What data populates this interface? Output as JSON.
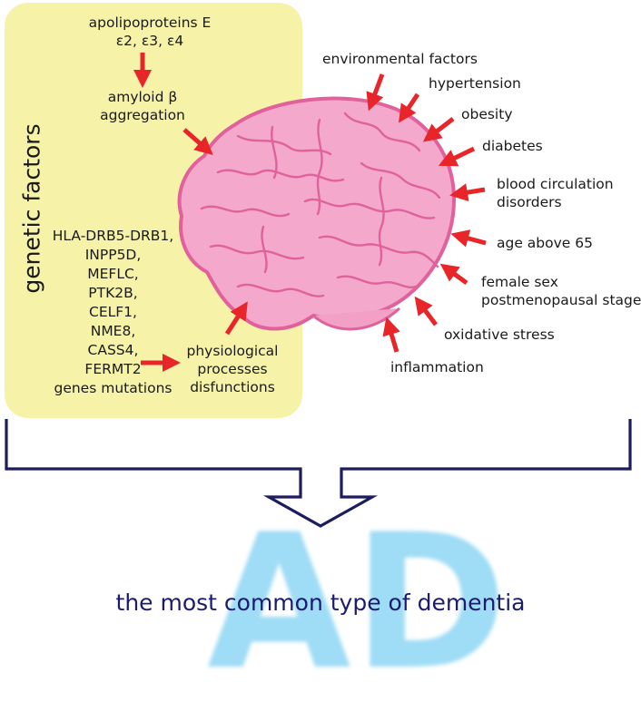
{
  "panel_label": "genetic factors",
  "genetic": {
    "apoe_line1": "apolipoproteins E",
    "apoe_line2": "ε2, ε3, ε4",
    "amyloid_line1": "amyloid β",
    "amyloid_line2": "aggregation",
    "genes": [
      "HLA-DRB5-DRB1,",
      "INPP5D,",
      "MEFLC,",
      "PTK2B,",
      "CELF1,",
      "NME8,",
      "CASS4,",
      "FERMT2",
      "genes mutations"
    ],
    "physio_line1": "physiological",
    "physio_line2": "processes",
    "physio_line3": "disfunctions"
  },
  "risk_factors": {
    "environmental": "environmental factors",
    "hypertension": "hypertension",
    "obesity": "obesity",
    "diabetes": "diabetes",
    "blood_line1": "blood circulation",
    "blood_line2": "disorders",
    "age": "age above 65",
    "female_line1": "female sex",
    "female_line2": "postmenopausal stage",
    "oxidative": "oxidative stress",
    "inflammation": "inflammation"
  },
  "outcome": {
    "letters": "AD",
    "tagline": "the most common type of dementia"
  },
  "colors": {
    "panel": "#f6f2a8",
    "arrow": "#e8262a",
    "brain_fill": "#f4a9cc",
    "brain_stroke": "#e0619c",
    "bracket": "#1c1c5e",
    "ad_letters": "#9fdcf5"
  }
}
